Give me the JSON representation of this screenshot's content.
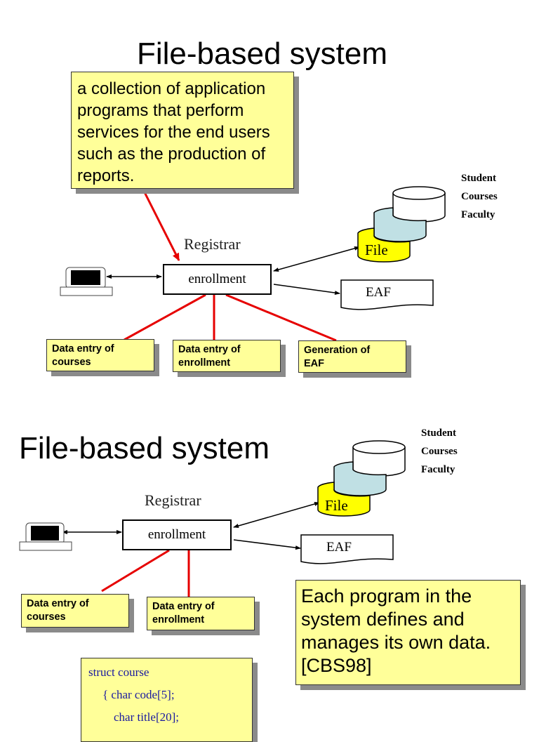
{
  "slides": [
    {
      "title": "File-based system",
      "callout": {
        "lines": [
          "a collection of application",
          "programs that perform",
          "services for the end users",
          "such as the production of",
          "reports."
        ]
      },
      "registrar_label": "Registrar",
      "program_box": "enrollment",
      "file_label": "File",
      "report_label": "EAF",
      "db_labels": [
        "Student",
        "Courses",
        "Faculty"
      ],
      "tasks": [
        {
          "line1": "Data entry of",
          "line2": "courses"
        },
        {
          "line1": "Data entry of",
          "line2": "enrollment"
        },
        {
          "line1": "Generation of",
          "line2": "EAF"
        }
      ]
    },
    {
      "title": "File-based system",
      "registrar_label": "Registrar",
      "program_box": "enrollment",
      "file_label": "File",
      "report_label": "EAF",
      "db_labels": [
        "Student",
        "Courses",
        "Faculty"
      ],
      "tasks": [
        {
          "line1": "Data entry of",
          "line2": "courses"
        },
        {
          "line1": "Data entry of",
          "line2": "enrollment"
        }
      ],
      "callout": {
        "lines": [
          "Each program in the",
          "system defines and",
          "manages its own data.",
          "[CBS98]"
        ]
      },
      "code": {
        "lines": [
          "struct course",
          "{ char code[5];",
          "char title[20];"
        ]
      }
    }
  ],
  "colors": {
    "note_fill": "#ffff99",
    "connector_red": "#e60000",
    "file_yellow": "#ffff00",
    "db_blue": "#c0e0e4",
    "code_blue": "#1a1aa0"
  }
}
